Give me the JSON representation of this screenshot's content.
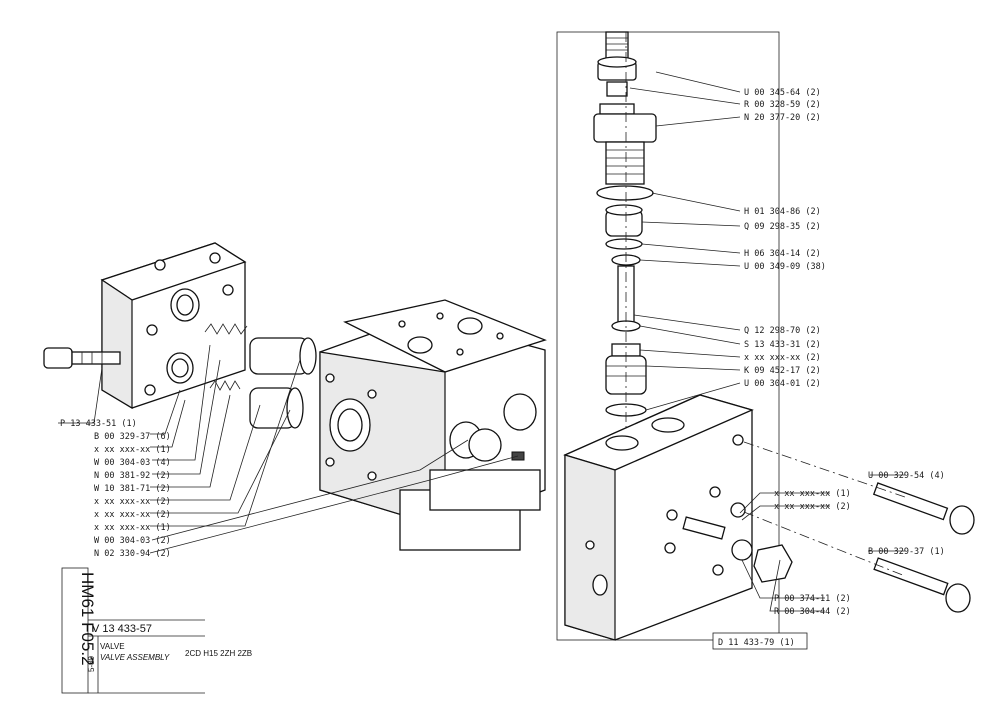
{
  "title_block": {
    "sheet_code": "HM61 F05.2",
    "date_code": "5-80",
    "part_number": "V 13 433-57",
    "name": "VALVE",
    "name_en": "VALVE ASSEMBLY",
    "models": "2CD H15 2ZH 2ZB"
  },
  "left_callouts": [
    "P 13 433-51 (1)",
    "B 00 329-37 (6)",
    "x xx xxx-xx (1)",
    "W 00 304-03 (4)",
    "N 00 381-92 (2)",
    "W 10 381-71 (2)",
    "x xx xxx-xx (2)",
    "x xx xxx-xx (2)",
    "x xx xxx-xx (1)",
    "W 00 304-03 (2)",
    "N 02 330-94 (2)"
  ],
  "right_callouts": [
    "U 00 345-64 (2)",
    "R 00 328-59 (2)",
    "N 20 377-20 (2)",
    "H 01 304-86 (2)",
    "Q 09 298-35 (2)",
    "H 06 304-14 (2)",
    "U 00 349-09 (38)",
    "Q 12 298-70 (2)",
    "S 13 433-31 (2)",
    "x xx xxx-xx (2)",
    "K 09 452-17 (2)",
    "U 00 304-01 (2)"
  ],
  "block_callouts": [
    "x xx xxx-xx (1)",
    "x xx xxx-xx (2)",
    "P 00 374-11 (2)",
    "R 00 304-44 (2)"
  ],
  "screw_callouts": [
    "U 00 329-54 (4)",
    "B 00 329-37 (1)"
  ],
  "subassembly_label": "D 11 433-79 (1)"
}
